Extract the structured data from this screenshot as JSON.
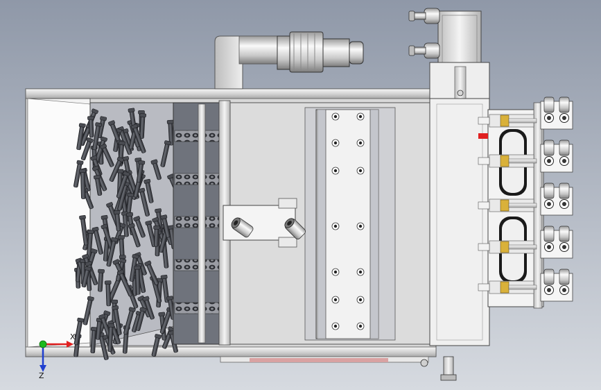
{
  "viewport": {
    "background_top": "#8f98a8",
    "background_bottom": "#d6dae0"
  },
  "colors": {
    "metal_light": "#ececec",
    "metal_mid": "#cfcfcf",
    "metal_dark": "#9c9c9c",
    "panel_grey": "#7c8088",
    "pin_dark": "#3b3d42",
    "brass": "#d9b13a",
    "red_axis": "#e02020",
    "green_axis": "#1db91d",
    "blue_axis": "#1f3fcf",
    "pink_strip": "#d9a2a2"
  },
  "axes": {
    "x_label": "X",
    "z_label": "Z"
  },
  "parts": {
    "hopper_pin_rows": 5,
    "feed_tracks": 5,
    "quick_fittings": 5
  }
}
